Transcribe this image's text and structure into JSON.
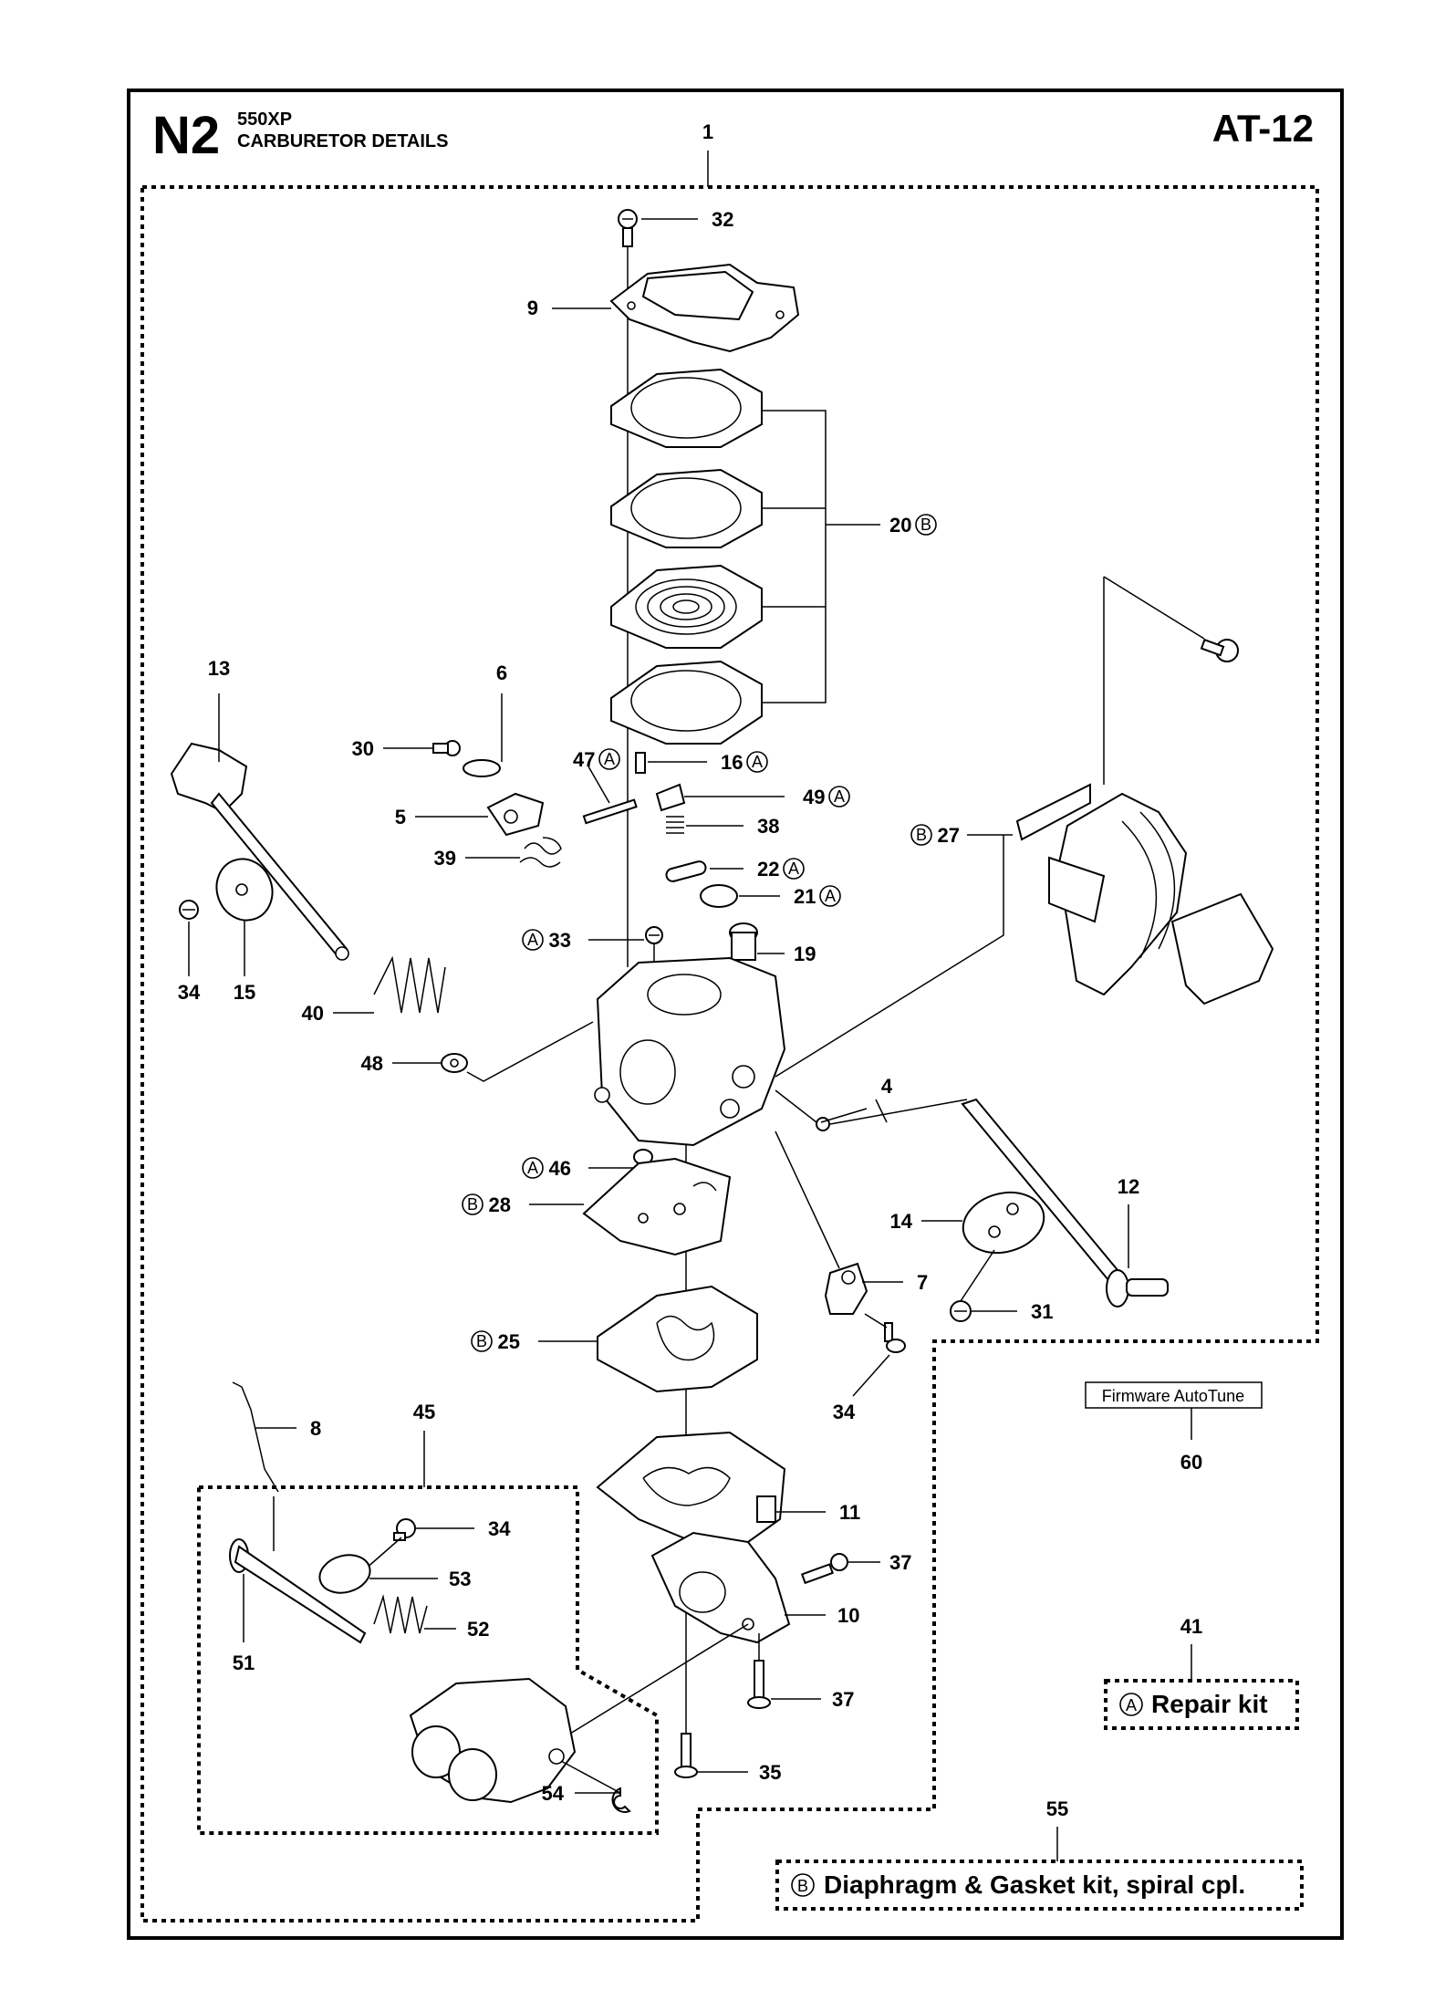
{
  "header": {
    "section_code": "N2",
    "model": "550XP",
    "title": "CARBURETOR DETAILS",
    "page_code": "AT-12"
  },
  "parts": [
    {
      "id": "p1",
      "label": "1"
    },
    {
      "id": "p32",
      "label": "32"
    },
    {
      "id": "p9",
      "label": "9"
    },
    {
      "id": "p20",
      "label": "20",
      "kit": "B"
    },
    {
      "id": "p13",
      "label": "13"
    },
    {
      "id": "p6",
      "label": "6"
    },
    {
      "id": "p30",
      "label": "30"
    },
    {
      "id": "p47",
      "label": "47",
      "kit": "A"
    },
    {
      "id": "p16",
      "label": "16",
      "kit": "A"
    },
    {
      "id": "p5",
      "label": "5"
    },
    {
      "id": "p49",
      "label": "49",
      "kit": "A"
    },
    {
      "id": "p38",
      "label": "38"
    },
    {
      "id": "p27",
      "label": "27",
      "kit": "B"
    },
    {
      "id": "p39",
      "label": "39"
    },
    {
      "id": "p22",
      "label": "22",
      "kit": "A"
    },
    {
      "id": "p21",
      "label": "21",
      "kit": "A"
    },
    {
      "id": "p33",
      "label": "33",
      "kit": "A"
    },
    {
      "id": "p19",
      "label": "19"
    },
    {
      "id": "p34a",
      "label": "34"
    },
    {
      "id": "p15",
      "label": "15"
    },
    {
      "id": "p40",
      "label": "40"
    },
    {
      "id": "p48",
      "label": "48"
    },
    {
      "id": "p4",
      "label": "4"
    },
    {
      "id": "p46",
      "label": "46",
      "kit": "A"
    },
    {
      "id": "p12",
      "label": "12"
    },
    {
      "id": "p28",
      "label": "28",
      "kit": "B"
    },
    {
      "id": "p14",
      "label": "14"
    },
    {
      "id": "p7",
      "label": "7"
    },
    {
      "id": "p31",
      "label": "31"
    },
    {
      "id": "p25",
      "label": "25",
      "kit": "B"
    },
    {
      "id": "p34b",
      "label": "34"
    },
    {
      "id": "p8",
      "label": "8"
    },
    {
      "id": "p45",
      "label": "45"
    },
    {
      "id": "p11",
      "label": "11"
    },
    {
      "id": "p60",
      "label": "60"
    },
    {
      "id": "p34c",
      "label": "34"
    },
    {
      "id": "p37a",
      "label": "37"
    },
    {
      "id": "p53",
      "label": "53"
    },
    {
      "id": "p10",
      "label": "10"
    },
    {
      "id": "p52",
      "label": "52"
    },
    {
      "id": "p51",
      "label": "51"
    },
    {
      "id": "p41",
      "label": "41"
    },
    {
      "id": "p37b",
      "label": "37"
    },
    {
      "id": "p35",
      "label": "35"
    },
    {
      "id": "p54",
      "label": "54"
    },
    {
      "id": "p55",
      "label": "55"
    }
  ],
  "callouts": {
    "firmware": "Firmware AutoTune",
    "repair_kit_marker": "A",
    "repair_kit": "Repair kit",
    "gasket_kit_marker": "B",
    "gasket_kit": "Diaphragm & Gasket kit, spiral cpl."
  }
}
